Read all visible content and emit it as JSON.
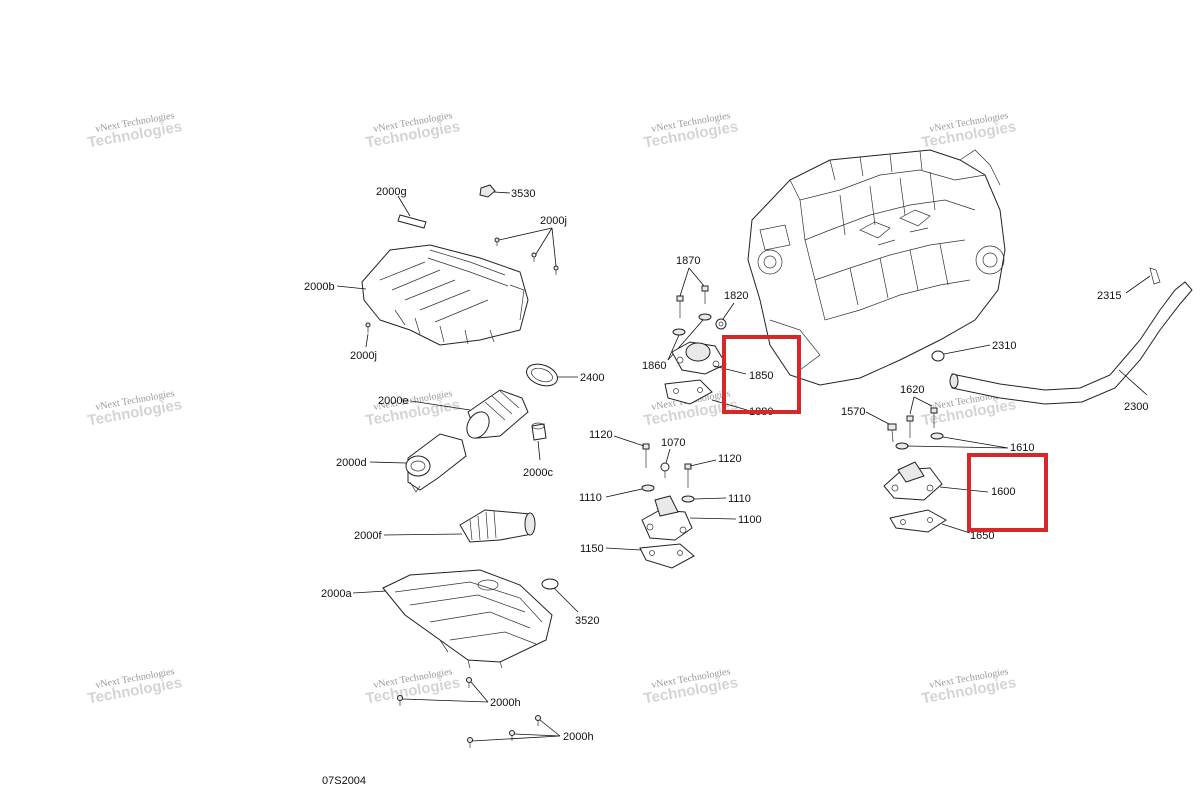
{
  "diagram": {
    "figure_code": "07S2004",
    "highlight_color": "#d62828",
    "watermark": {
      "line1": "vNext Technologies",
      "line2": "Technologies"
    },
    "callouts": {
      "c_2000g": "2000g",
      "c_3530": "3530",
      "c_2000j_top": "2000j",
      "c_2000b": "2000b",
      "c_2000j_bottom": "2000j",
      "c_2400": "2400",
      "c_2000e": "2000e",
      "c_2000d": "2000d",
      "c_2000c": "2000c",
      "c_2000f": "2000f",
      "c_2000a": "2000a",
      "c_3520": "3520",
      "c_2000h_1": "2000h",
      "c_2000h_2": "2000h",
      "c_1870": "1870",
      "c_1820": "1820",
      "c_1860": "1860",
      "c_1850": "1850",
      "c_1880": "1880",
      "c_1120_left": "1120",
      "c_1070": "1070",
      "c_1120_right": "1120",
      "c_1110_left": "1110",
      "c_1110_right": "1110",
      "c_1100": "1100",
      "c_1150": "1150",
      "c_2315": "2315",
      "c_2310": "2310",
      "c_2300": "2300",
      "c_1620": "1620",
      "c_1570": "1570",
      "c_1610": "1610",
      "c_1600": "1600",
      "c_1650": "1650"
    }
  }
}
